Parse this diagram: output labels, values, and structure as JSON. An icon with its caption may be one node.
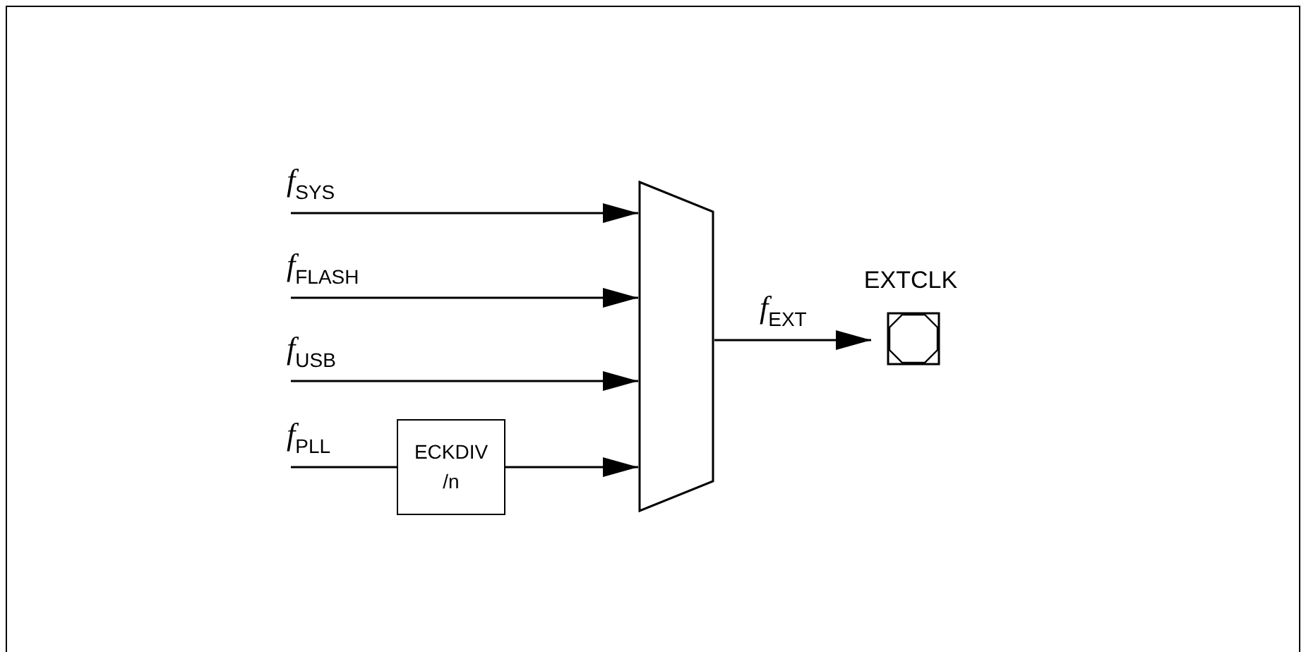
{
  "diagram": {
    "nodes": [
      {
        "text": [],
        "shape": "trapezoid"
      },
      {
        "text": [
          "ECKDIV /n"
        ]
      },
      {
        "text": [
          "EXTCLK"
        ]
      }
    ],
    "edges": [
      {
        "from": null,
        "to": 0,
        "arrow": "to",
        "label": "*f*$_{SYS}$"
      },
      {
        "from": null,
        "to": 0,
        "arrow": "to",
        "label": "*f*$_{FLASH}$"
      },
      {
        "from": null,
        "to": 0,
        "arrow": "to",
        "label": "*f*$_{USB}$"
      },
      {
        "from": null,
        "to": 1,
        "arrow": "none",
        "label": "*f*$_{PLL}$"
      },
      {
        "from": 1,
        "to": 0,
        "arrow": "to"
      },
      {
        "from": 0,
        "to": 2,
        "arrow": "to",
        "label": "*f*$_{EXT}$"
      }
    ]
  }
}
